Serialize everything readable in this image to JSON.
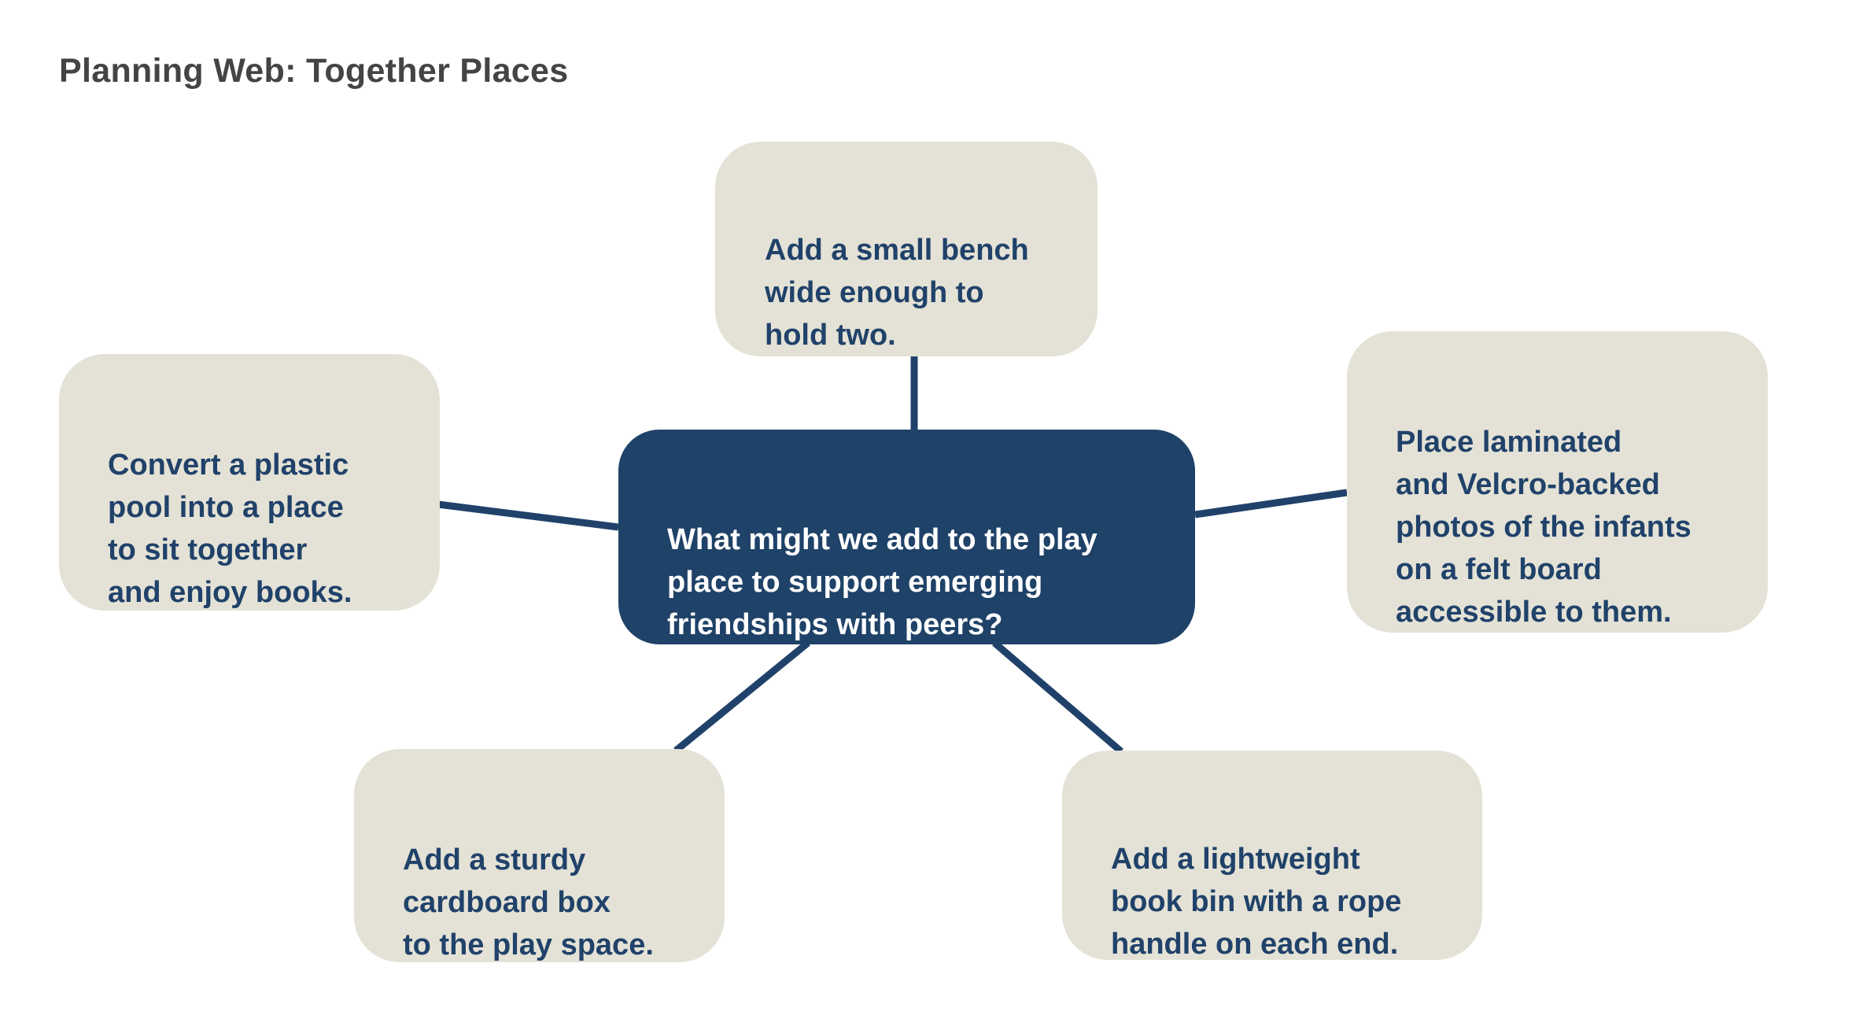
{
  "title": "Planning Web: Together Places",
  "colors": {
    "center_fill": "#1f4268",
    "center_text": "#ffffff",
    "node_fill": "#e4e2d6",
    "node_text": "#20426a",
    "connector": "#20426a",
    "title_text": "#444444"
  },
  "center": {
    "text": "What might we add to the play\nplace to support emerging\nfriendships with peers?"
  },
  "nodes": {
    "top": {
      "text": "Add a small bench\nwide enough to\nhold two."
    },
    "left": {
      "text": "Convert a plastic\npool into a place\nto sit together\nand enjoy books."
    },
    "right": {
      "text": "Place laminated\nand Velcro-backed\nphotos of the infants\non a felt board\naccessible to them."
    },
    "bottom_left": {
      "text": "Add a sturdy\ncardboard box\nto the play space."
    },
    "bottom_right": {
      "text": "Add a lightweight\nbook bin with a rope\nhandle on each end."
    }
  }
}
